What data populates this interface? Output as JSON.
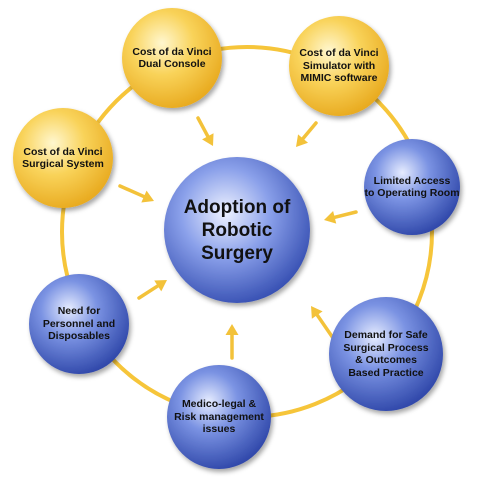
{
  "center": {
    "label": "Adoption of\nRobotic Surgery",
    "color": "#3a55b8"
  },
  "colors": {
    "yellow": "#f6bd2b",
    "blue": "#3a55b8",
    "ring": "#f6c53a",
    "arrow": "#f3c23a"
  },
  "nodes": [
    {
      "id": "dual-console",
      "label": "Cost of da Vinci\nDual Console",
      "color": "yellow"
    },
    {
      "id": "simulator",
      "label": "Cost of da Vinci\nSimulator with\nMIMIC software",
      "color": "yellow"
    },
    {
      "id": "limited-access",
      "label": "Limited Access\nto Operating Room",
      "color": "blue"
    },
    {
      "id": "demand-safe",
      "label": "Demand for Safe\nSurgical Process\n& Outcomes\nBased Practice",
      "color": "blue"
    },
    {
      "id": "medico-legal",
      "label": "Medico-legal &\nRisk management\nissues",
      "color": "blue"
    },
    {
      "id": "personnel",
      "label": "Need for\nPersonnel and\nDisposables",
      "color": "blue"
    },
    {
      "id": "surgical-system",
      "label": "Cost of da Vinci\nSurgical System",
      "color": "yellow"
    }
  ]
}
